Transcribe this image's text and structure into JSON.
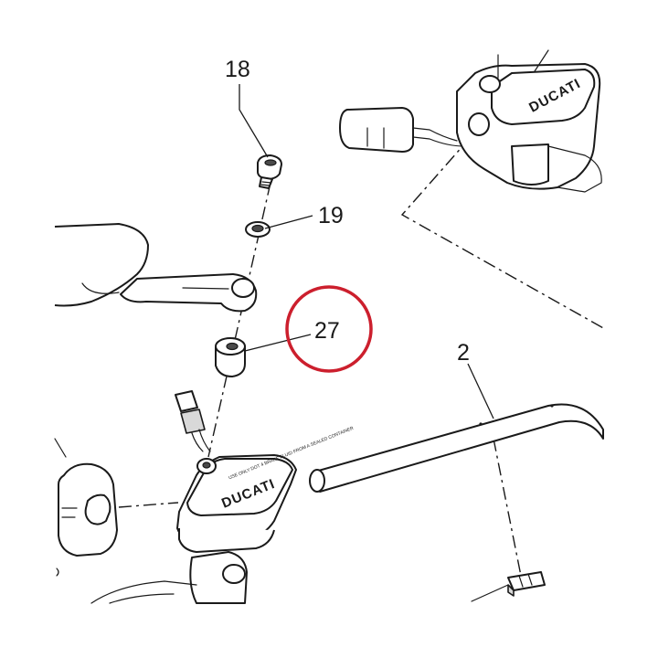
{
  "callouts": {
    "c18": "18",
    "c19": "19",
    "c27": "27",
    "c2": "2"
  },
  "highlight": {
    "target": "27",
    "color": "#cc1f2d"
  },
  "reservoir": {
    "brand": "DUCATI",
    "fine_print": "USE ONLY DOT 4 BRAKE FLUID FROM A SEALED CONTAINER"
  },
  "colors": {
    "line": "#1a1a1a",
    "highlight": "#cc1f2d",
    "background": "#ffffff"
  }
}
